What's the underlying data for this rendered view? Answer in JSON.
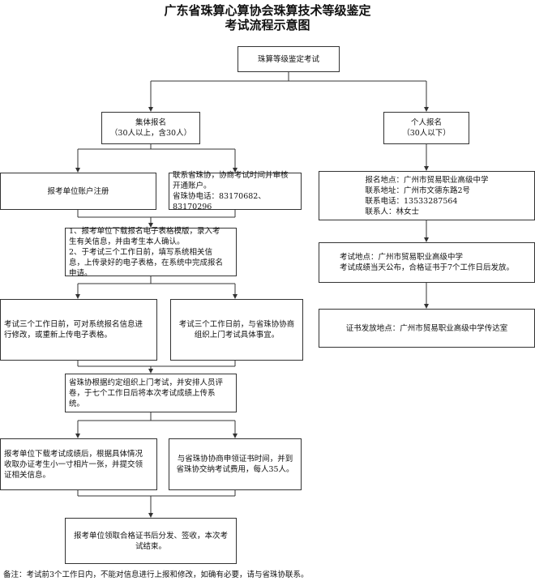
{
  "title": {
    "line1": "广东省珠算心算协会珠算技术等级鉴定",
    "line2": "考试流程示意图"
  },
  "root": "珠算等级鉴定考试",
  "group": {
    "label": "集体报名",
    "sub": "（30人以上，含30人）"
  },
  "individual": {
    "label": "个人报名",
    "sub": "（30人以下）"
  },
  "group_steps": {
    "register": "报考单位账户注册",
    "contact": [
      "联系省珠协，协商考试时间并审核",
      "开通账户。",
      "省珠协电话：83170682、83170296"
    ],
    "download": [
      "1、报考单位下载报名电子表格模版，录入考",
      "生有关信息，并由考生本人确认。",
      "2、于考试三个工作日前，填写系统相关信",
      "息，上传录好的电子表格，在系统中完成报名",
      "申请。"
    ],
    "modify": [
      "考试三个工作日前，可对系统报名信息进",
      "行修改，或重新上传电子表格。"
    ],
    "negotiate": [
      "考试三个工作日前，与省珠协协商",
      "组织上门考试具体事宜。"
    ],
    "exam": [
      "省珠协根据约定组织上门考试，并安排人员评",
      "卷，于七个工作日后将本次考试成绩上传系",
      "统。"
    ],
    "certificate": [
      "报考单位下载考试成绩后，根据具体情况",
      "收取办证考生小一寸相片一张，并提交领",
      "证相关信息。"
    ],
    "fee": [
      "与省珠协协商申领证书时间，并到",
      "省珠协交纳考试费用，每人35人。"
    ],
    "final": [
      "报考单位领取合格证书后分发、签收，本次考",
      "试结束。"
    ]
  },
  "individual_steps": {
    "info": [
      "报名地点：广州市贸易职业高级中学",
      "联系地址：广州市文德东路2号",
      "联系电话：13533287564",
      "联系人：林女士"
    ],
    "exam": [
      "考试地点：广州市贸易职业高级中学",
      "考试成绩当天公布，合格证书于7个工作日后发放。"
    ],
    "cert": [
      "证书发放地点：广州市贸易职业高级中学传达室"
    ]
  },
  "note": "备注：考试前3个工作日内，不能对信息进行上报和修改，如确有必要，请与省珠协联系。",
  "colors": {
    "line": "#333333",
    "border": "#333333"
  }
}
